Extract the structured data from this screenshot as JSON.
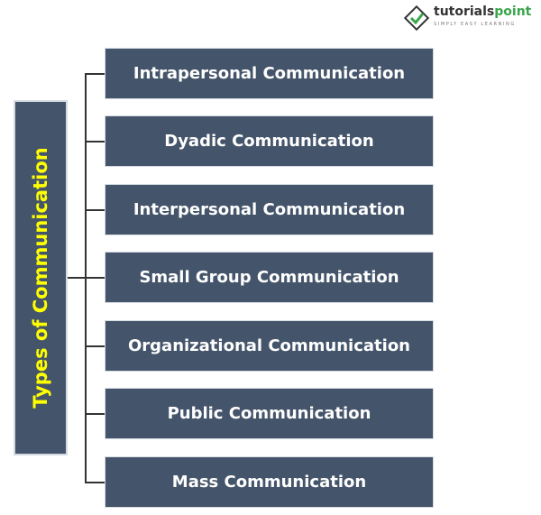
{
  "logo": {
    "brand_a": "tutorials",
    "brand_b": "point",
    "tagline": "SIMPLY EASY LEARNING"
  },
  "root": "Types of Communication",
  "items": [
    "Intrapersonal Communication",
    "Dyadic Communication",
    "Interpersonal Communication",
    "Small Group Communication",
    "Organizational Communication",
    "Public Communication",
    "Mass Communication"
  ],
  "colors": {
    "box": "#44546a",
    "root_text": "#ffff00",
    "item_text": "#ffffff"
  }
}
